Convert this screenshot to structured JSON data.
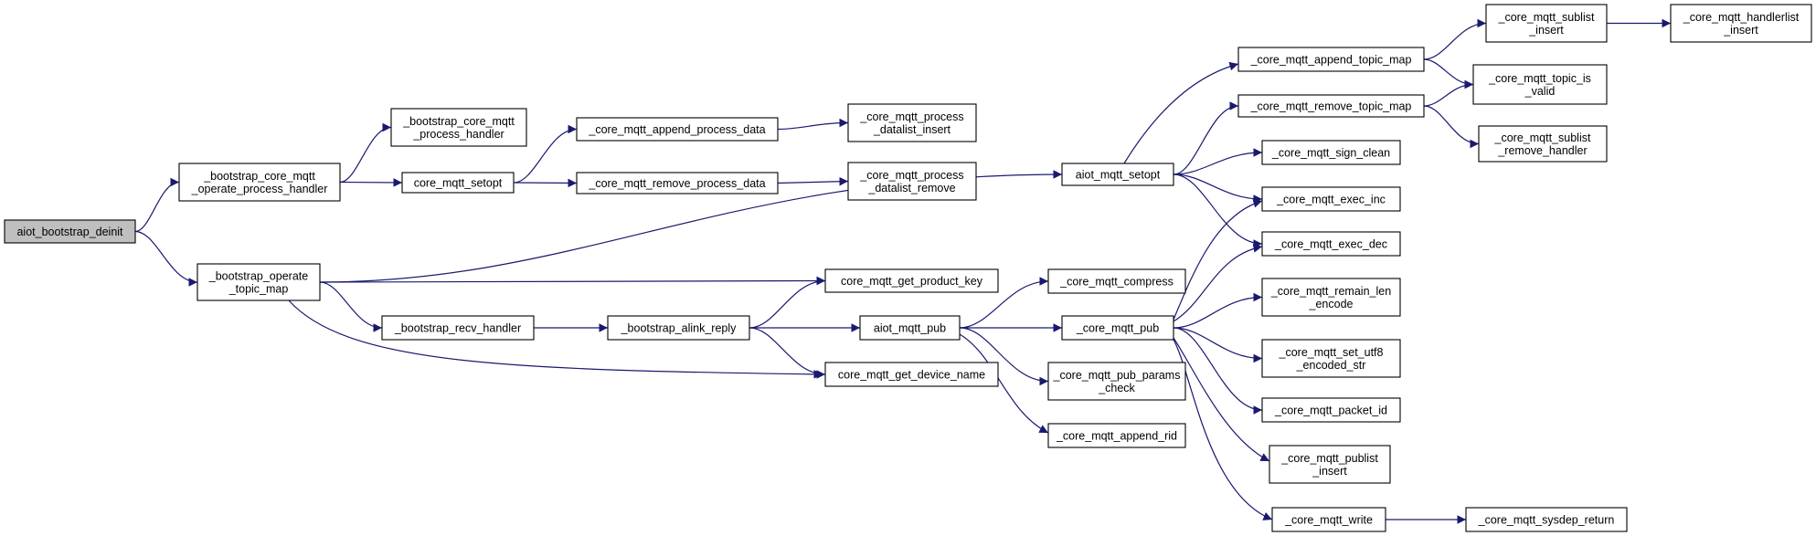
{
  "diagram": {
    "colors": {
      "edge": "#191970",
      "root_fill": "#bfbfbf",
      "node_fill": "#ffffff",
      "node_stroke": "#000000"
    },
    "nodes": [
      {
        "id": "n0",
        "lines": [
          "aiot_bootstrap_deinit"
        ],
        "root": true
      },
      {
        "id": "n1",
        "lines": [
          "_bootstrap_core_mqtt",
          "_operate_process_handler"
        ]
      },
      {
        "id": "n2",
        "lines": [
          "_bootstrap_core_mqtt",
          "_process_handler"
        ]
      },
      {
        "id": "n3",
        "lines": [
          "core_mqtt_setopt"
        ]
      },
      {
        "id": "n4",
        "lines": [
          "_core_mqtt_append_process_data"
        ]
      },
      {
        "id": "n5",
        "lines": [
          "_core_mqtt_process",
          "_datalist_insert"
        ]
      },
      {
        "id": "n6",
        "lines": [
          "_core_mqtt_remove_process_data"
        ]
      },
      {
        "id": "n7",
        "lines": [
          "_core_mqtt_process",
          "_datalist_remove"
        ]
      },
      {
        "id": "n8",
        "lines": [
          "_bootstrap_operate",
          "_topic_map"
        ]
      },
      {
        "id": "n9",
        "lines": [
          "aiot_mqtt_setopt"
        ]
      },
      {
        "id": "n10",
        "lines": [
          "_core_mqtt_append_topic_map"
        ]
      },
      {
        "id": "n11",
        "lines": [
          "_core_mqtt_sublist",
          "_insert"
        ]
      },
      {
        "id": "n12",
        "lines": [
          "_core_mqtt_handlerlist",
          "_insert"
        ]
      },
      {
        "id": "n13",
        "lines": [
          "_core_mqtt_topic_is",
          "_valid"
        ]
      },
      {
        "id": "n14",
        "lines": [
          "_core_mqtt_remove_topic_map"
        ]
      },
      {
        "id": "n15",
        "lines": [
          "_core_mqtt_sublist",
          "_remove_handler"
        ]
      },
      {
        "id": "n16",
        "lines": [
          "_core_mqtt_sign_clean"
        ]
      },
      {
        "id": "n17",
        "lines": [
          "_core_mqtt_exec_inc"
        ]
      },
      {
        "id": "n18",
        "lines": [
          "_core_mqtt_exec_dec"
        ]
      },
      {
        "id": "n19",
        "lines": [
          "core_mqtt_get_product_key"
        ]
      },
      {
        "id": "n20",
        "lines": [
          "_bootstrap_recv_handler"
        ]
      },
      {
        "id": "n21",
        "lines": [
          "_bootstrap_alink_reply"
        ]
      },
      {
        "id": "n22",
        "lines": [
          "aiot_mqtt_pub"
        ]
      },
      {
        "id": "n23",
        "lines": [
          "core_mqtt_get_device_name"
        ]
      },
      {
        "id": "n24",
        "lines": [
          "_core_mqtt_compress"
        ]
      },
      {
        "id": "n25",
        "lines": [
          "_core_mqtt_pub"
        ]
      },
      {
        "id": "n26",
        "lines": [
          "_core_mqtt_pub_params",
          "_check"
        ]
      },
      {
        "id": "n27",
        "lines": [
          "_core_mqtt_append_rid"
        ]
      },
      {
        "id": "n28",
        "lines": [
          "_core_mqtt_remain_len",
          "_encode"
        ]
      },
      {
        "id": "n29",
        "lines": [
          "_core_mqtt_set_utf8",
          "_encoded_str"
        ]
      },
      {
        "id": "n30",
        "lines": [
          "_core_mqtt_packet_id"
        ]
      },
      {
        "id": "n31",
        "lines": [
          "_core_mqtt_publist",
          "_insert"
        ]
      },
      {
        "id": "n32",
        "lines": [
          "_core_mqtt_write"
        ]
      },
      {
        "id": "n33",
        "lines": [
          "_core_mqtt_sysdep_return"
        ]
      }
    ],
    "edges": [
      [
        "n0",
        "n1"
      ],
      [
        "n0",
        "n8"
      ],
      [
        "n1",
        "n2"
      ],
      [
        "n1",
        "n3"
      ],
      [
        "n3",
        "n4"
      ],
      [
        "n3",
        "n6"
      ],
      [
        "n4",
        "n5"
      ],
      [
        "n6",
        "n7"
      ],
      [
        "n8",
        "n9"
      ],
      [
        "n8",
        "n19"
      ],
      [
        "n8",
        "n20"
      ],
      [
        "n8",
        "n23"
      ],
      [
        "n9",
        "n10"
      ],
      [
        "n9",
        "n14"
      ],
      [
        "n9",
        "n16"
      ],
      [
        "n9",
        "n17"
      ],
      [
        "n9",
        "n18"
      ],
      [
        "n10",
        "n11"
      ],
      [
        "n10",
        "n13"
      ],
      [
        "n11",
        "n12"
      ],
      [
        "n14",
        "n13"
      ],
      [
        "n14",
        "n15"
      ],
      [
        "n20",
        "n21"
      ],
      [
        "n21",
        "n19"
      ],
      [
        "n21",
        "n22"
      ],
      [
        "n21",
        "n23"
      ],
      [
        "n22",
        "n24"
      ],
      [
        "n22",
        "n25"
      ],
      [
        "n22",
        "n26"
      ],
      [
        "n22",
        "n27"
      ],
      [
        "n25",
        "n17"
      ],
      [
        "n25",
        "n18"
      ],
      [
        "n25",
        "n28"
      ],
      [
        "n25",
        "n29"
      ],
      [
        "n25",
        "n30"
      ],
      [
        "n25",
        "n31"
      ],
      [
        "n25",
        "n32"
      ],
      [
        "n32",
        "n33"
      ]
    ]
  }
}
